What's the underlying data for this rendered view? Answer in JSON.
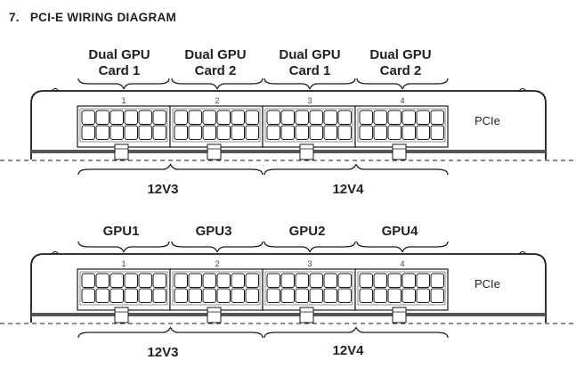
{
  "title": {
    "number": "7.",
    "text": "PCI-E WIRING DIAGRAM"
  },
  "diagrams": [
    {
      "name": "dual-gpu-diagram",
      "top_labels": [
        {
          "line1": "Dual GPU",
          "line2": "Card 1"
        },
        {
          "line1": "Dual GPU",
          "line2": "Card 2"
        },
        {
          "line1": "Dual GPU",
          "line2": "Card 1"
        },
        {
          "line1": "Dual GPU",
          "line2": "Card 2"
        }
      ],
      "port_numbers": [
        "1",
        "2",
        "3",
        "4"
      ],
      "module_label": "PCIe",
      "rail_labels": [
        "12V3",
        "12V4"
      ]
    },
    {
      "name": "single-gpu-diagram",
      "top_labels": [
        {
          "line1": "GPU1"
        },
        {
          "line1": "GPU3"
        },
        {
          "line1": "GPU2"
        },
        {
          "line1": "GPU4"
        }
      ],
      "port_numbers": [
        "1",
        "2",
        "3",
        "4"
      ],
      "module_label": "PCIe",
      "rail_labels": [
        "12V3",
        "12V4"
      ]
    }
  ],
  "colors": {
    "ink": "#231f20",
    "line": "#1a1a1a",
    "grey": "#555555"
  }
}
